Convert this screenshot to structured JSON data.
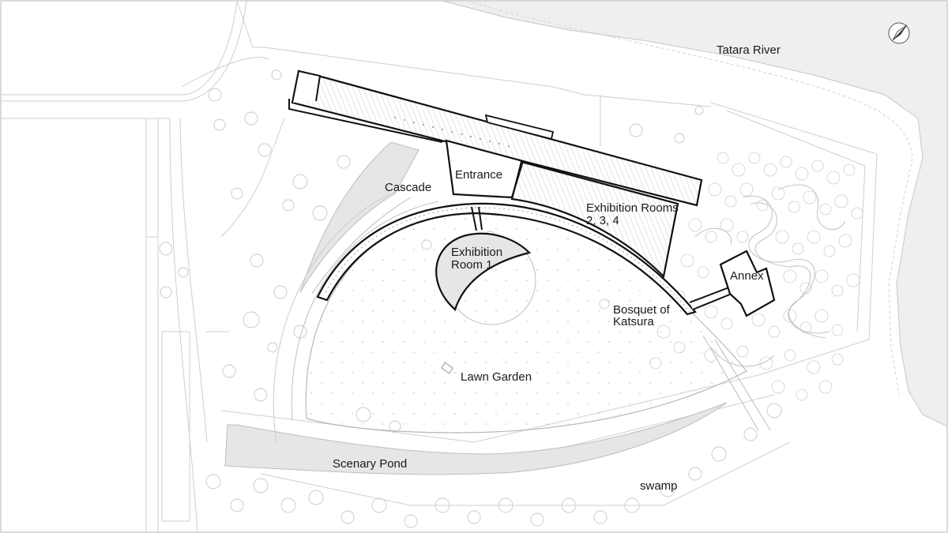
{
  "labels": {
    "tatara_river": "Tatara River",
    "entrance": "Entrance",
    "cascade": "Cascade",
    "exhibition_rooms_line1": "Exhibition Rooms",
    "exhibition_rooms_line2": "2, 3, 4",
    "exhibition_room1_line1": "Exhibition",
    "exhibition_room1_line2": "Room 1",
    "annex": "Annex",
    "bosquet_line1": "Bosquet of",
    "bosquet_line2": "Katsura",
    "lawn_garden": "Lawn Garden",
    "scenary_pond": "Scenary Pond",
    "swamp": "swamp"
  },
  "colors": {
    "background": "#ffffff",
    "water": "#efefef",
    "fill_gray": "#e6e6e6",
    "line_light": "#bdbdbd",
    "line_building": "#111111",
    "border": "#cfcfcf"
  },
  "icons": {
    "north": "compass-icon"
  }
}
